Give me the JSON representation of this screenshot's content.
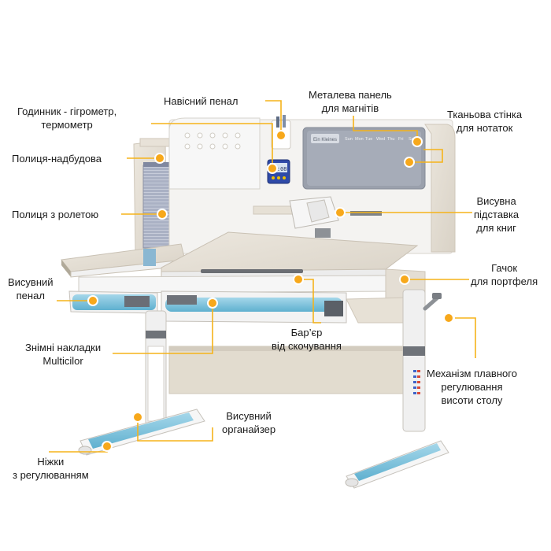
{
  "labels": {
    "clock": "Годинник - гігрометр,\nтермометр",
    "pencil_case": "Навісний пенал",
    "metal_panel": "Металева панель\nдля магнітів",
    "fabric_wall": "Тканьова стінка\nдля нотаток",
    "top_shelf": "Полиця-надбудова",
    "roller_shelf": "Полиця з ролетою",
    "book_stand": "Висувна\nпідставка\nдля книг",
    "drawer_pencil": "Висувний\nпенал",
    "bag_hook": "Гачок\nдля портфеля",
    "barrier": "Бар’єр\nвід скочування",
    "overlays": "Знімні накладки\nMulticilor",
    "mechanism": "Механізм плавного\nрегулювання\nвисоти столу",
    "organizer": "Висувний\nорганайзер",
    "legs": "Ніжки\nз регулюванням"
  },
  "panel_text": "Ein Kleines",
  "calendar_days": [
    "Sun",
    "Mon",
    "Tue",
    "Wed",
    "Thu",
    "Fri",
    "Sat"
  ],
  "clock_display": "10:08",
  "colors": {
    "accent": "#f7a81b",
    "desk": "#e3ddd2",
    "blue": "#7ec3dd",
    "frame": "#f2f2f2"
  }
}
